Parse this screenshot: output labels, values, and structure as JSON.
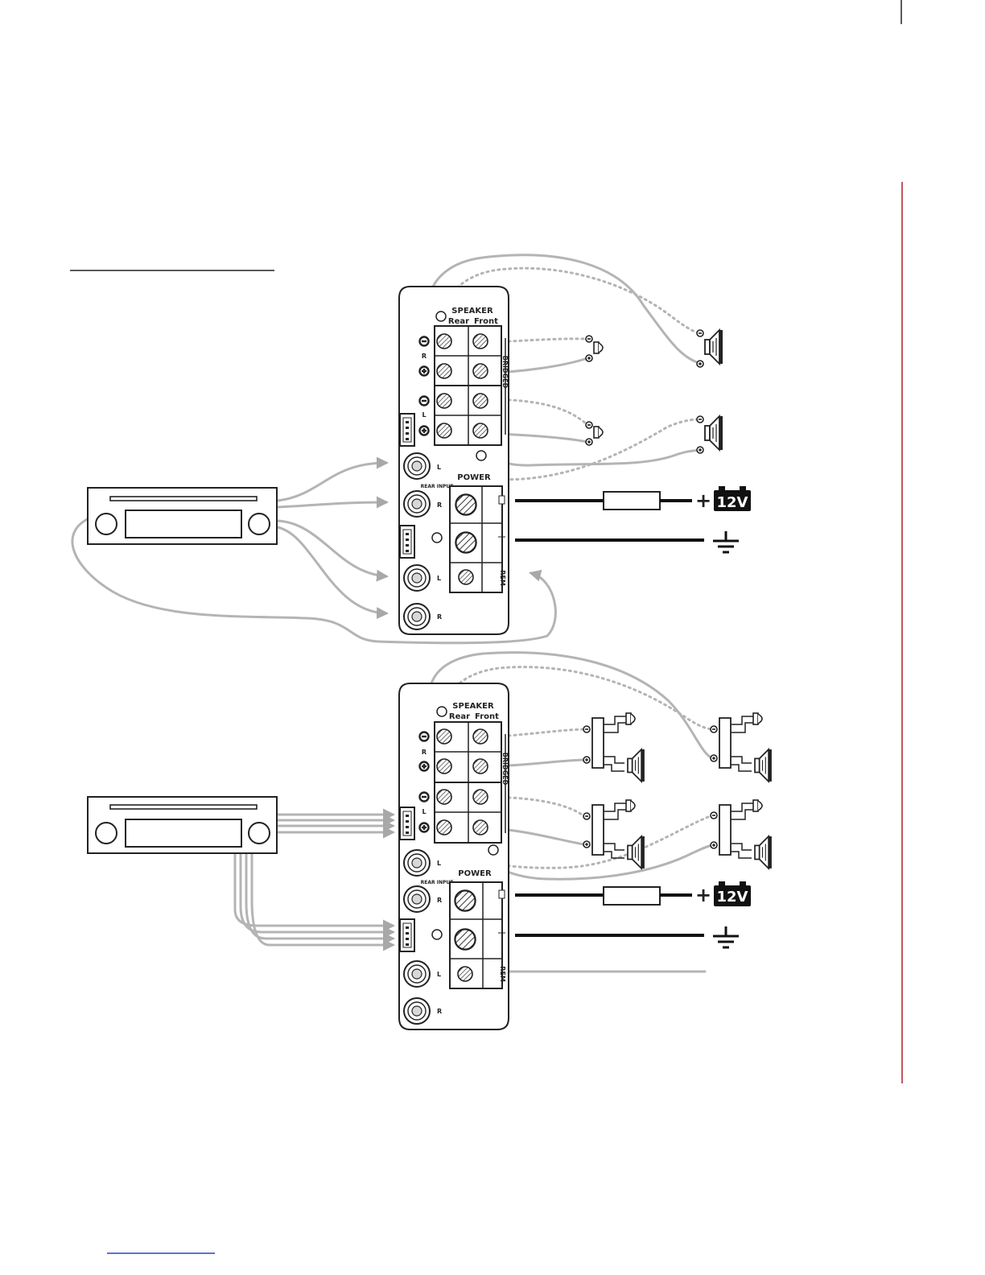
{
  "page": {
    "accent_color": "#b0202a",
    "wire_color": "#b4b4b4"
  },
  "amps": [
    {
      "speaker_label": "SPEAKER",
      "rear_label": "Rear",
      "front_label": "Front",
      "power_label": "POWER",
      "rear_input_label": "REAR INPUT",
      "bridged_label": "BRIDGED",
      "rem_label": "REM",
      "ch_r": "R",
      "ch_l": "L",
      "minus": "−",
      "plus": "+",
      "battery_plus": "+",
      "battery_label": "12V"
    },
    {
      "speaker_label": "SPEAKER",
      "rear_label": "Rear",
      "front_label": "Front",
      "power_label": "POWER",
      "rear_input_label": "REAR INPUT",
      "bridged_label": "BRIDGED",
      "rem_label": "REM",
      "ch_r": "R",
      "ch_l": "L",
      "minus": "−",
      "plus": "+",
      "battery_plus": "+",
      "battery_label": "12V"
    }
  ],
  "icons": {
    "battery": "battery-icon",
    "ground": "ground-icon",
    "fuse": "fuse-icon",
    "tweeter": "tweeter-icon",
    "woofer": "woofer-icon",
    "head_unit": "head-unit-icon",
    "crossover": "crossover-icon"
  }
}
